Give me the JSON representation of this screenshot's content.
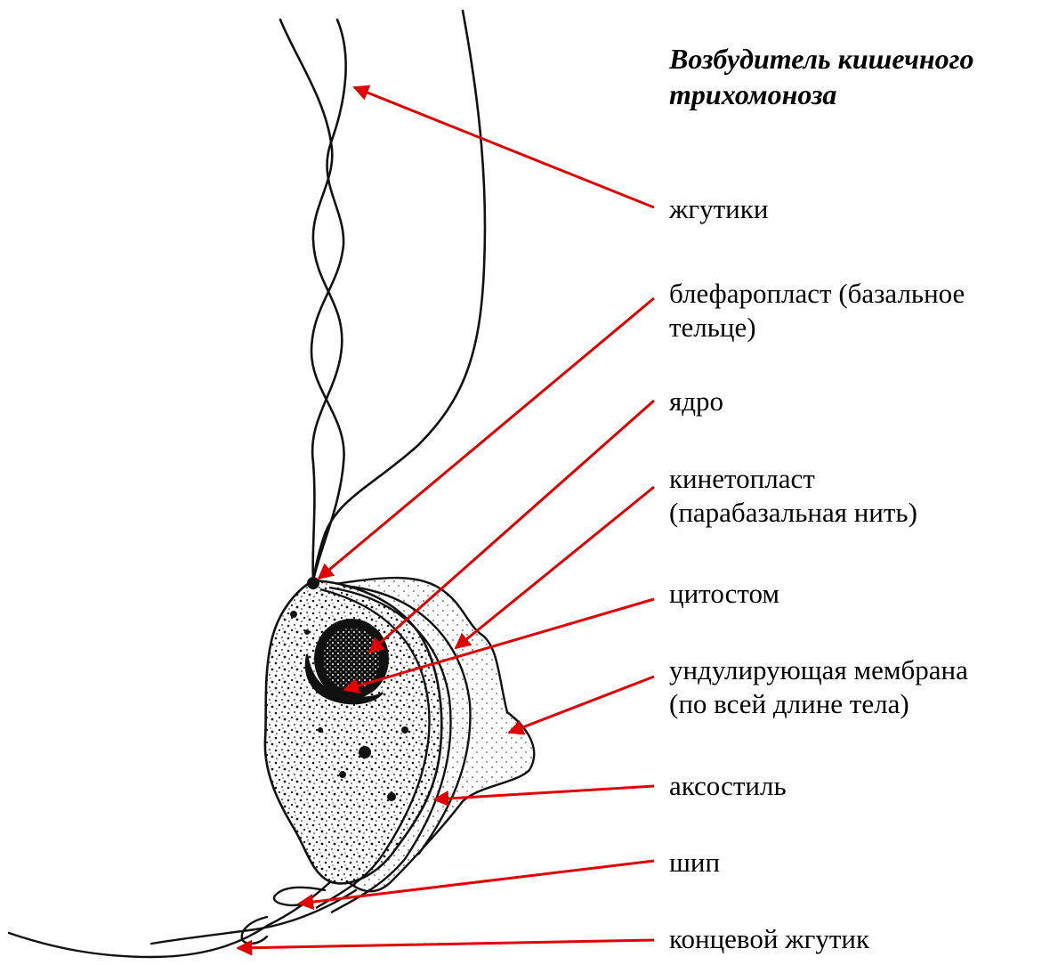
{
  "title": "Возбудитель кишечного\nтрихомоноза",
  "labels": [
    {
      "id": "flagella",
      "text": "жгутики"
    },
    {
      "id": "blepharoplast",
      "text": "блефаропласт (базальное\nтельце)"
    },
    {
      "id": "nucleus",
      "text": "ядро"
    },
    {
      "id": "kinetoplast",
      "text": "кинетопласт\n(парабазальная нить)"
    },
    {
      "id": "cytostome",
      "text": "цитостом"
    },
    {
      "id": "undulating-membrane",
      "text": "ундулирующая мембрана\n(по всей длине тела)"
    },
    {
      "id": "axostyle",
      "text": "аксостиль"
    },
    {
      "id": "spine",
      "text": "шип"
    },
    {
      "id": "terminal-flagellum",
      "text": "концевой жгутик"
    }
  ],
  "colors": {
    "arrow": "#e00000",
    "ink": "#111111",
    "background": "#ffffff"
  }
}
